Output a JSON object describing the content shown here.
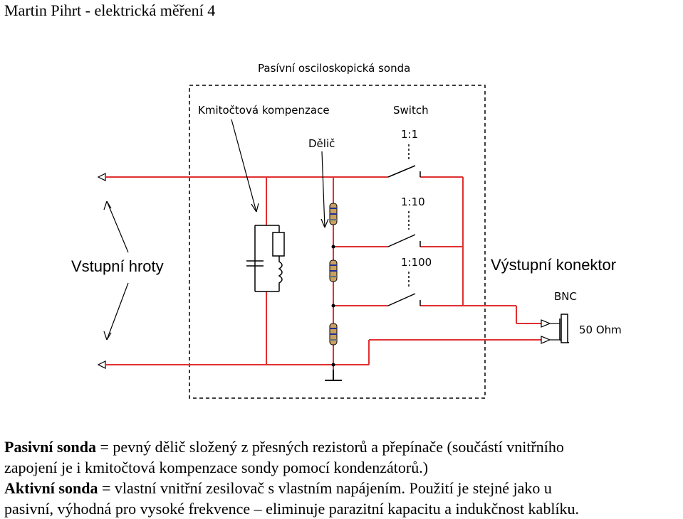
{
  "header": {
    "title": "Martin Pihrt - elektrická měření 4"
  },
  "diagram": {
    "title": "Pasívní osciloskopická sonda",
    "labels": {
      "compensation": "Kmitočtová kompenzace",
      "switch": "Switch",
      "divider": "Dělič",
      "ratio_1": "1:1",
      "ratio_10": "1:10",
      "ratio_100": "1:100",
      "input_tips": "Vstupní hroty",
      "output_connector": "Výstupní konektor",
      "bnc": "BNC",
      "ohm": "50 Ohm"
    },
    "colors": {
      "wire": "#e03030",
      "box": "#000000",
      "resistor_body": "#c8a060"
    }
  },
  "text": {
    "passive_term": "Pasivní sonda",
    "passive_desc_1": " = pevný dělič složený z přesných rezistorů a přepínače (součástí vnitřního",
    "passive_desc_2": "zapojení je i kmitočtová kompenzace sondy pomocí kondenzátorů.)",
    "active_term": "Aktivní sonda",
    "active_desc_1": " = vlastní vnitřní zesilovač s vlastním napájením. Použití je stejné jako u",
    "active_desc_2": "pasivní, výhodná pro vysoké frekvence – eliminuje parazitní kapacitu a indukčnost kablíku."
  }
}
